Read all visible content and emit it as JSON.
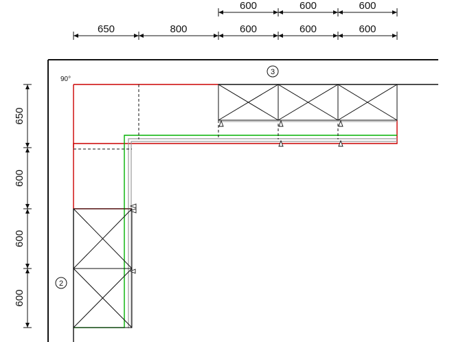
{
  "angle_label": "90°",
  "wall_tags": {
    "left": "2",
    "top": "3"
  },
  "dimensions": {
    "top_upper": [
      "600",
      "600",
      "600"
    ],
    "top_lower": [
      "650",
      "800",
      "600",
      "600",
      "600"
    ],
    "left": [
      "650",
      "600",
      "600",
      "600"
    ]
  },
  "colors": {
    "ink": "#111111",
    "worktop": "#cc0000",
    "plinth": "#00b000",
    "panel": "#9a9a9a"
  }
}
